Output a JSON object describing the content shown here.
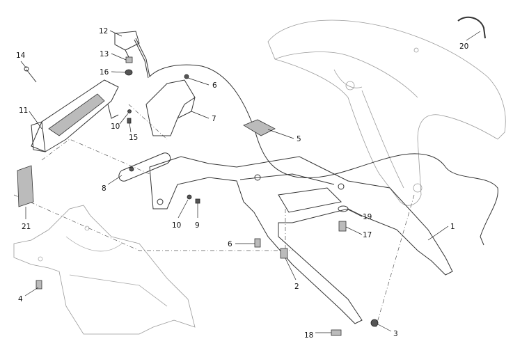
{
  "diagram": {
    "title": "Exploded parts diagram - rear frame / license plate holder",
    "labels": [
      {
        "id": "label-12",
        "text": "12"
      },
      {
        "id": "label-13",
        "text": "13"
      },
      {
        "id": "label-16",
        "text": "16"
      },
      {
        "id": "label-14",
        "text": "14"
      },
      {
        "id": "label-6a",
        "text": "6"
      },
      {
        "id": "label-7",
        "text": "7"
      },
      {
        "id": "label-11",
        "text": "11"
      },
      {
        "id": "label-10a",
        "text": "10"
      },
      {
        "id": "label-15",
        "text": "15"
      },
      {
        "id": "label-5",
        "text": "5"
      },
      {
        "id": "label-8",
        "text": "8"
      },
      {
        "id": "label-21",
        "text": "21"
      },
      {
        "id": "label-10b",
        "text": "10"
      },
      {
        "id": "label-9",
        "text": "9"
      },
      {
        "id": "label-19",
        "text": "19"
      },
      {
        "id": "label-17",
        "text": "17"
      },
      {
        "id": "label-1",
        "text": "1"
      },
      {
        "id": "label-6b",
        "text": "6"
      },
      {
        "id": "label-2",
        "text": "2"
      },
      {
        "id": "label-4",
        "text": "4"
      },
      {
        "id": "label-18",
        "text": "18"
      },
      {
        "id": "label-3",
        "text": "3"
      },
      {
        "id": "label-20",
        "text": "20"
      }
    ]
  }
}
